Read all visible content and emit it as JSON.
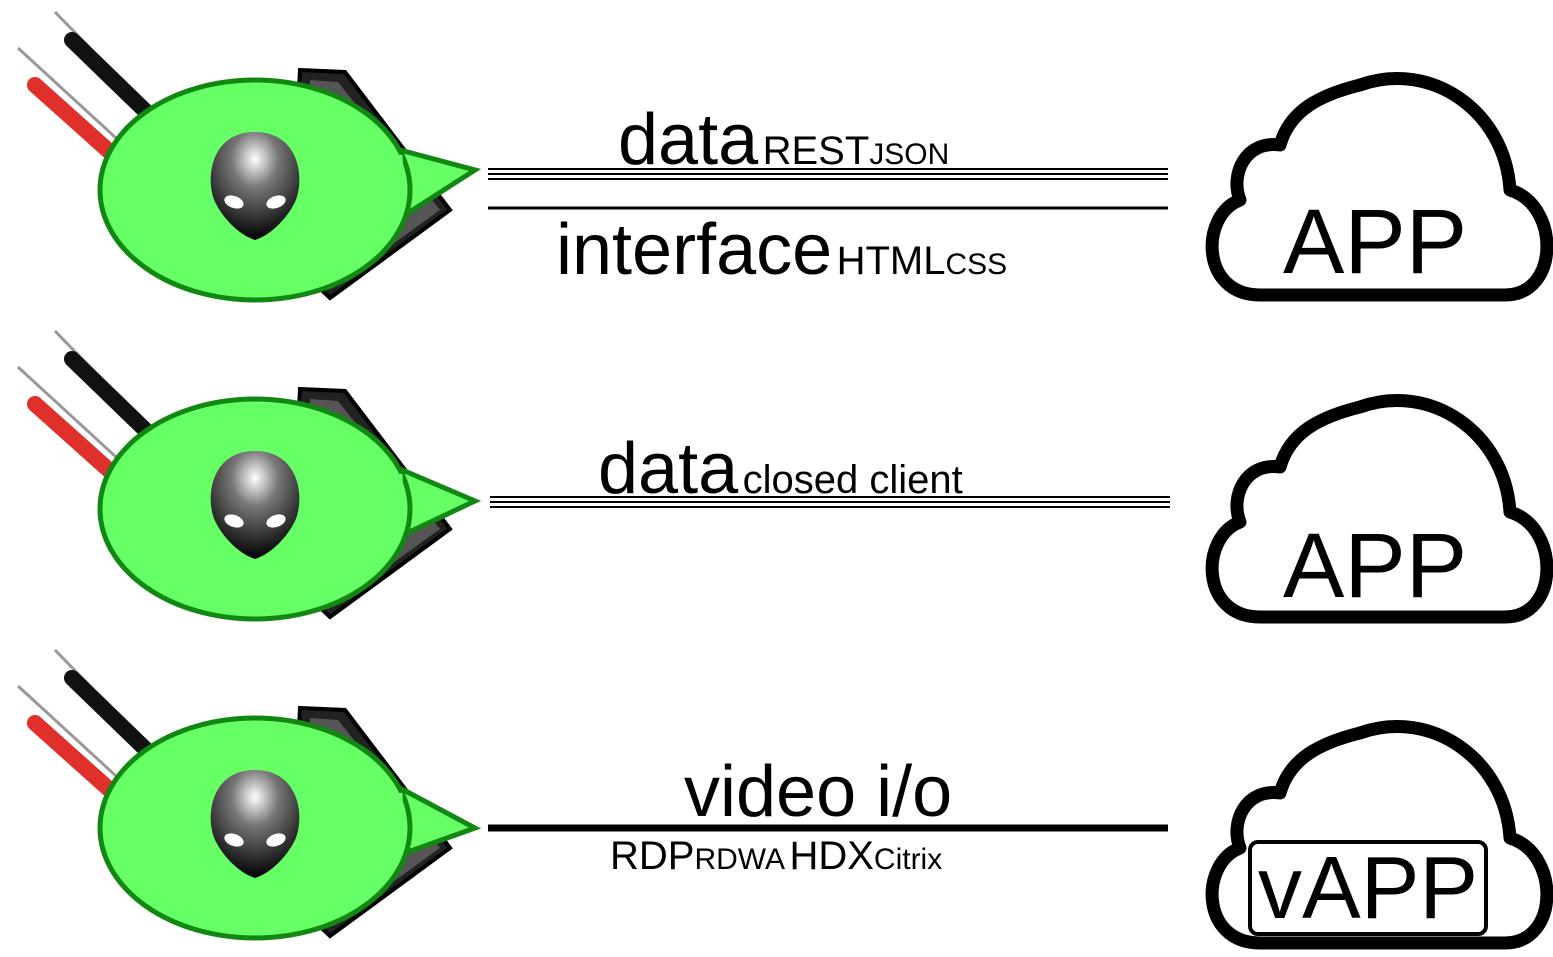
{
  "rows": [
    {
      "top_primary": "data",
      "top_secondary_1": "REST",
      "top_secondary_2": "JSON",
      "bottom_primary": "interface",
      "bottom_secondary_1": "HTML",
      "bottom_secondary_2": "CSS",
      "cloud_label": "APP"
    },
    {
      "top_primary": "data",
      "top_secondary_1": "closed client",
      "cloud_label": "APP"
    },
    {
      "top_primary": "video i/o",
      "bottom_secondary_1": "RDP",
      "bottom_secondary_2": "RDWA",
      "bottom_secondary_3": "HDX",
      "bottom_secondary_4": "Citrix",
      "cloud_label": "vAPP"
    }
  ],
  "colors": {
    "bubble_fill": "#66ff66",
    "bubble_stroke": "#118811",
    "line": "#000000",
    "probe_red": "#e0302c",
    "probe_black": "#111111"
  },
  "icons": [
    "test-probes-icon",
    "laptop-icon",
    "speech-bubble-icon",
    "alien-head-icon",
    "cloud-icon"
  ]
}
